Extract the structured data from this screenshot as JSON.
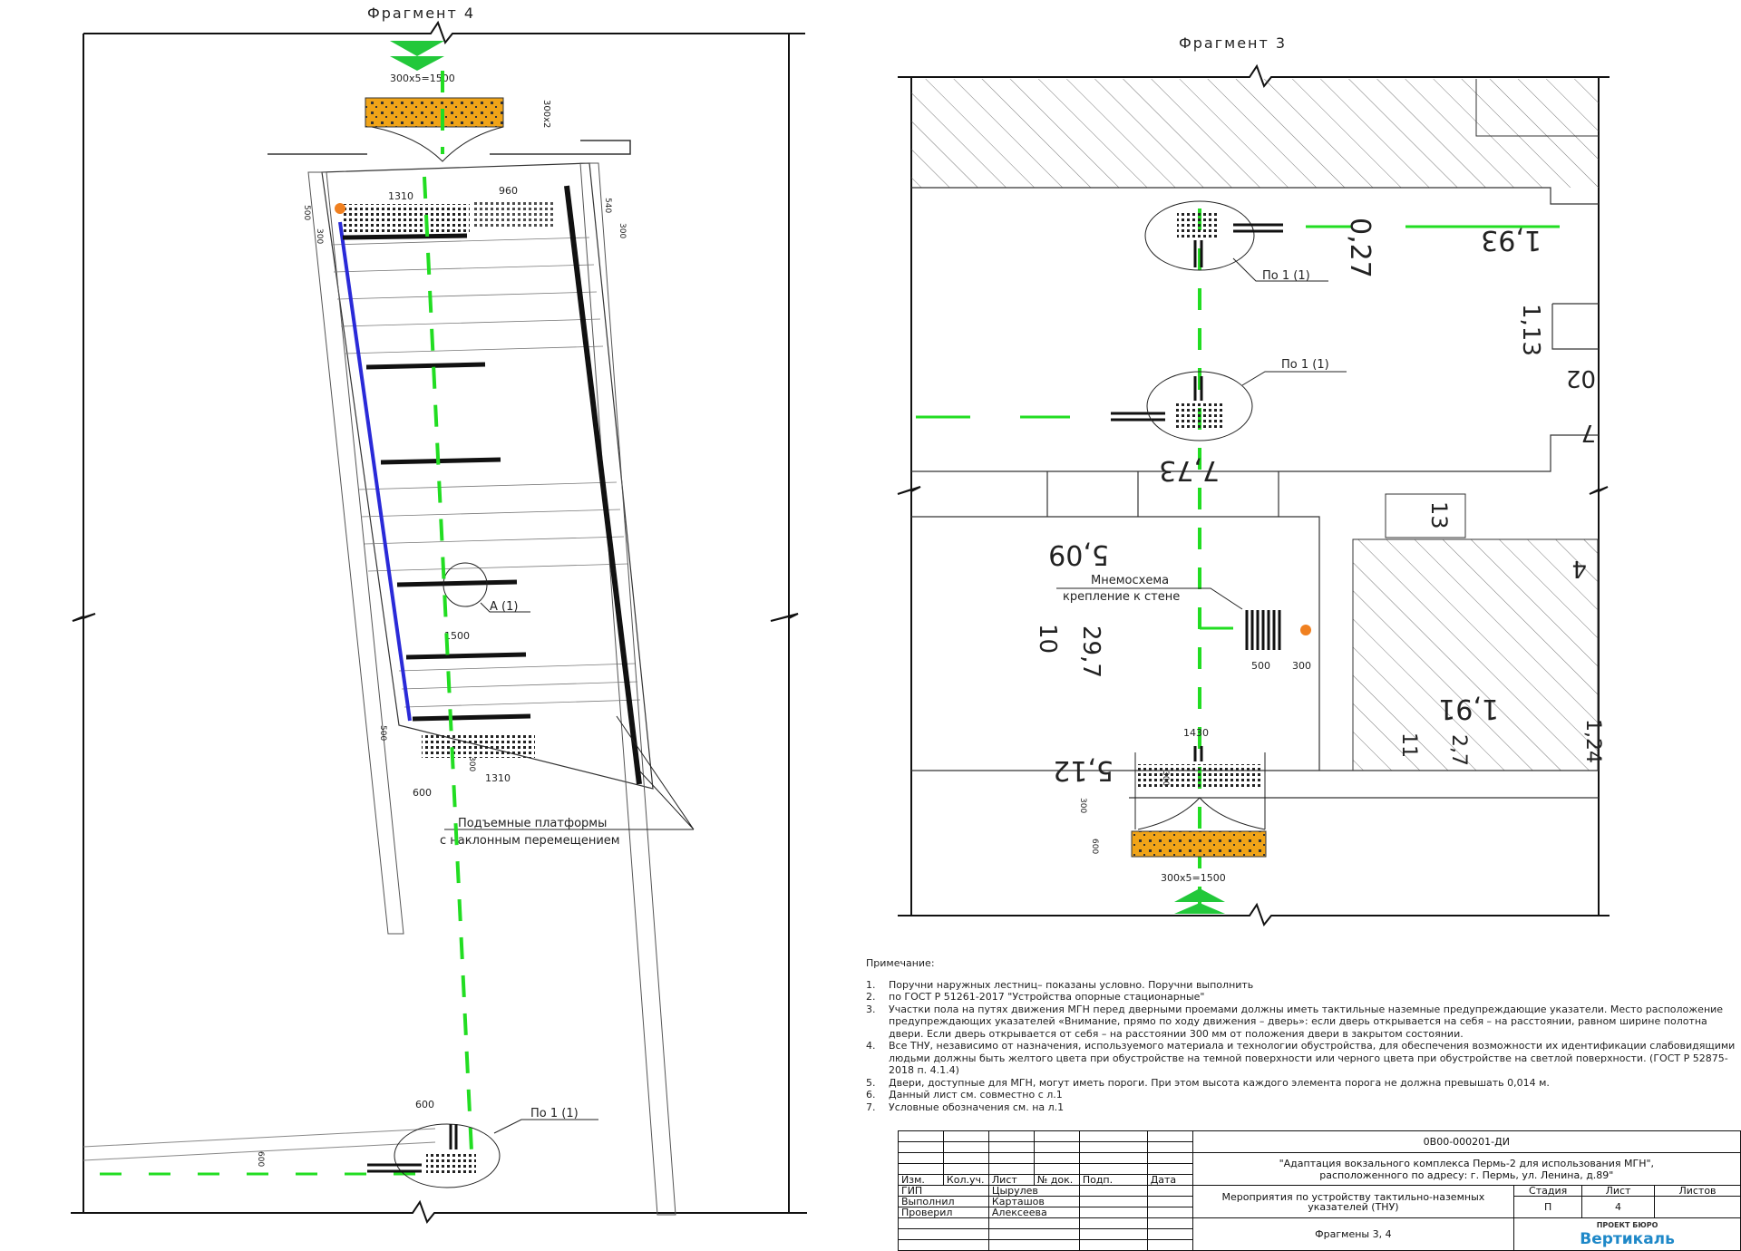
{
  "fragment4": {
    "title": "Фрагмент 4",
    "dims": {
      "top_tiles": "300x5=1500",
      "top_depth": "300x2",
      "d1310": "1310",
      "d960": "960",
      "d500": "500",
      "d300": "300",
      "d540": "540",
      "d300b": "300",
      "d1500": "1500",
      "d600": "600",
      "d1310b": "1310",
      "d300c": "300",
      "d500b": "500",
      "d600b": "600",
      "d600c": "600"
    },
    "callout_a": "А (1)",
    "callout_po1": "По 1 (1)",
    "platforms_label_1": "Подъемные платформы",
    "platforms_label_2": "с наклонным перемещением"
  },
  "fragment3": {
    "title": "Фрагмент 3",
    "rooms": {
      "r027": "0,27",
      "r193": "1,93",
      "r113": "1,13",
      "r02": "02",
      "r7": "7",
      "r773": "7,73",
      "r509": "5,09",
      "r13": "13",
      "r4": "4",
      "r10": "10",
      "r297": "29,7",
      "r191": "1,91",
      "r512": "5,12",
      "r11": "11",
      "r27": "2,7",
      "r124": "1,24"
    },
    "callout_po1_a": "По 1 (1)",
    "callout_po1_b": "По 1 (1)",
    "mnemo_1": "Мнемосхема",
    "mnemo_2": "крепление к стене",
    "dims": {
      "d500": "500",
      "d300": "300",
      "d1430": "1430",
      "d300a": "300",
      "d300b": "300",
      "d600": "600",
      "tiles": "300x5=1500"
    }
  },
  "notes": {
    "heading": "Примечание:",
    "items": [
      {
        "n": "1.",
        "text": "Поручни наружных лестниц– показаны условно. Поручни выполнить"
      },
      {
        "n": "2.",
        "text": "по ГОСТ Р 51261-2017 \"Устройства опорные стационарные\""
      },
      {
        "n": "3.",
        "text": "Участки пола на путях движения МГН перед дверными проемами должны иметь тактильные наземные предупреждающие указатели. Место расположение предупреждающих указателей «Внимание, прямо по ходу движения – дверь»: если дверь открывается на себя – на расстоянии, равном ширине полотна двери. Если дверь открывается от себя – на расстоянии 300 мм от положения двери в закрытом состоянии."
      },
      {
        "n": "4.",
        "text": "Все ТНУ, независимо от назначения, используемого материала и технологии обустройства, для обеспечения возможности их идентификации слабовидящими людьми должны быть желтого цвета при обустройстве на темной поверхности или черного цвета при обустройстве на светлой поверхности. (ГОСТ Р 52875-2018 п. 4.1.4)"
      },
      {
        "n": "5.",
        "text": "Двери, доступные для МГН, могут иметь пороги. При этом высота каждого элемента порога не должна превышать 0,014 м."
      },
      {
        "n": "6.",
        "text": "Данный лист см. совместно с л.1"
      },
      {
        "n": "7.",
        "text": "Условные обозначения см. на л.1"
      }
    ]
  },
  "title_block": {
    "code": "0В00-000201-ДИ",
    "project_1": "\"Адаптация вокзального комплекса Пермь-2 для использования МГН\",",
    "project_2": "расположенного по адресу: г. Пермь, ул. Ленина, д.89\"",
    "headers": [
      "Изм.",
      "Кол.уч.",
      "Лист",
      "№ док.",
      "Подп.",
      "Дата"
    ],
    "roles": [
      {
        "role": "ГИП",
        "name": "Цырулев"
      },
      {
        "role": "Выполнил",
        "name": "Карташов"
      },
      {
        "role": "Проверил",
        "name": "Алексеева"
      }
    ],
    "sheet_title": "Мероприятия по устройству тактильно-наземных указателей (ТНУ)",
    "stage_label": "Стадия",
    "sheet_label": "Лист",
    "sheets_label": "Листов",
    "stage": "П",
    "sheet": "4",
    "fragment_names": "Фрагмены 3, 4",
    "logo_top": "ПРОЕКТ БЮРО",
    "logo_name": "Вертикаль"
  },
  "colors": {
    "path": "#22dd22",
    "tile": "#f0a418",
    "rail": "#2a2ad8",
    "marker": "#f08020"
  }
}
